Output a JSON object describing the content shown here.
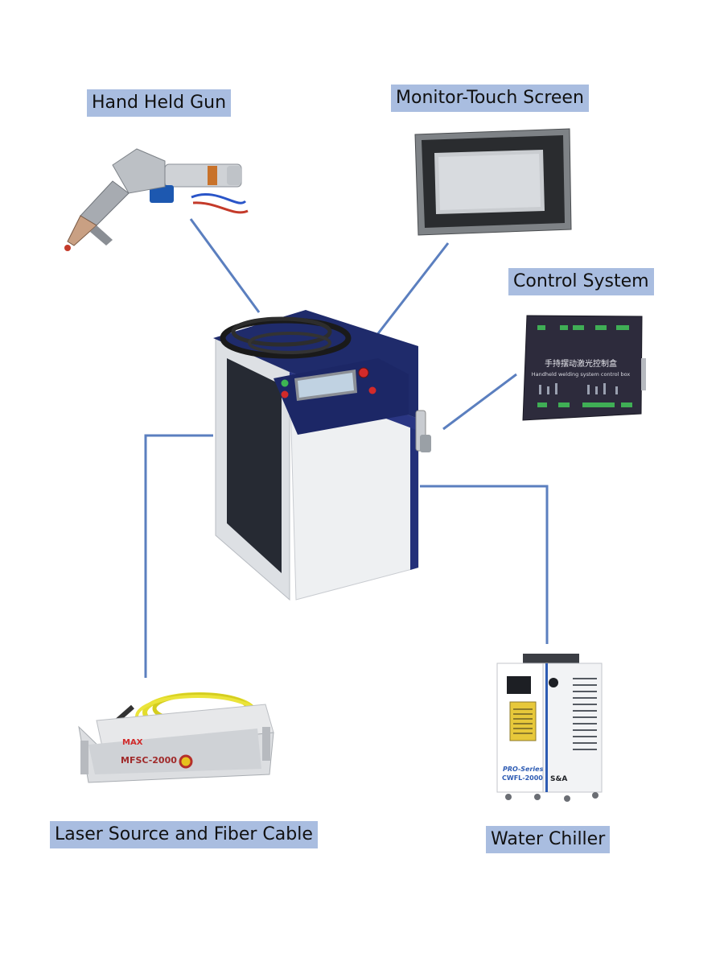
{
  "labels": {
    "hand_held_gun": "Hand Held Gun",
    "monitor_touch_screen": "Monitor-Touch Screen",
    "control_system": "Control System",
    "laser_source": "Laser Source and Fiber Cable",
    "water_chiller": "Water Chiller"
  },
  "control_box": {
    "title_cn": "手持摆动激光控制盒",
    "title_en": "Handheld welding system control box"
  },
  "laser_source_device": {
    "brand": "MAX",
    "model": "MFSC-2000"
  },
  "chiller_device": {
    "series": "PRO-Series",
    "model": "CWFL-2000",
    "brand": "S&A"
  },
  "colors": {
    "label_bg": "#a9bde0",
    "connector_line": "#5b7fbf",
    "machine_blue": "#1f2b6b",
    "fiber_yellow": "#e3dd2c"
  }
}
